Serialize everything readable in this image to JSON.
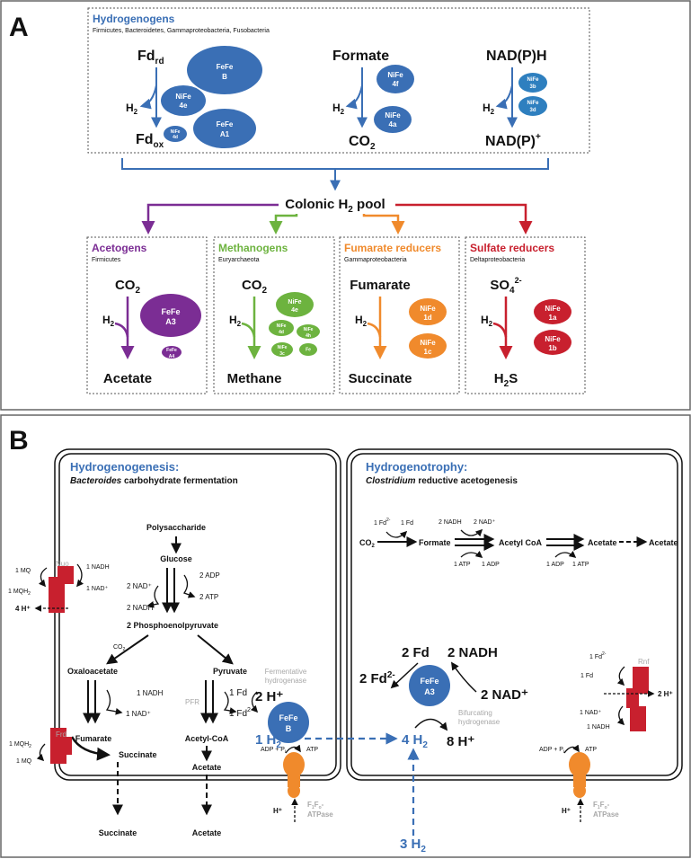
{
  "panelA": {
    "label": "A",
    "hydrogenogens": {
      "title": "Hydrogenogens",
      "subtitle": "Firmicutes, Bacteroidetes, Gammaproteobacteria, Fusobacteria",
      "fd_top": "Fd",
      "fd_top_sub": "rd",
      "fd_bottom": "Fd",
      "fd_bottom_sub": "ox",
      "h2": "H",
      "h2_sub": "2",
      "formate": "Formate",
      "co2": "CO",
      "co2_sub": "2",
      "nadph": "NAD(P)H",
      "nadp": "NAD(P)",
      "nadp_sup": "+",
      "enzymes_fd": [
        {
          "l1": "FeFe",
          "l2": "B"
        },
        {
          "l1": "NiFe",
          "l2": "4e"
        },
        {
          "l1": "FeFe",
          "l2": "A1"
        },
        {
          "l1": "NiFe",
          "l2": "4d"
        }
      ],
      "enzymes_formate": [
        {
          "l1": "NiFe",
          "l2": "4f"
        },
        {
          "l1": "NiFe",
          "l2": "4a"
        }
      ],
      "enzymes_nadph": [
        {
          "l1": "NiFe",
          "l2": "3b"
        },
        {
          "l1": "NiFe",
          "l2": "3d"
        }
      ]
    },
    "pool": {
      "text": "Colonic H",
      "sub": "2",
      "rest": " pool"
    },
    "groups": [
      {
        "title": "Acetogens",
        "subtitle": "Firmicutes",
        "top": "CO",
        "top_sub": "2",
        "bottom": "Acetate",
        "color": "#7b2d94",
        "enzymes": [
          {
            "l1": "FeFe",
            "l2": "A3"
          },
          {
            "l1": "FeFe",
            "l2": "A4"
          }
        ]
      },
      {
        "title": "Methanogens",
        "subtitle": "Euryarchaeota",
        "top": "CO",
        "top_sub": "2",
        "bottom": "Methane",
        "color": "#6db33f",
        "enzymes": [
          {
            "l1": "NiFe",
            "l2": "4e"
          },
          {
            "l1": "NiFe",
            "l2": "4d"
          },
          {
            "l1": "NiFe",
            "l2": "4h"
          },
          {
            "l1": "NiFe",
            "l2": "3c"
          },
          {
            "l1": "Fe",
            "l2": ""
          }
        ]
      },
      {
        "title": "Fumarate reducers",
        "subtitle": "Gammaproteobacteria",
        "top": "Fumarate",
        "top_sub": "",
        "bottom": "Succinate",
        "color": "#f08a2c",
        "enzymes": [
          {
            "l1": "NiFe",
            "l2": "1d"
          },
          {
            "l1": "NiFe",
            "l2": "1c"
          }
        ]
      },
      {
        "title": "Sulfate reducers",
        "subtitle": "Deltaproteobacteria",
        "top": "SO",
        "top_sub": "4",
        "top_sup": "2-",
        "bottom": "H",
        "bottom_sub": "2",
        "bottom_rest": "S",
        "color": "#c8202e",
        "enzymes": [
          {
            "l1": "NiFe",
            "l2": "1a"
          },
          {
            "l1": "NiFe",
            "l2": "1b"
          }
        ]
      }
    ]
  },
  "panelB": {
    "label": "B",
    "left": {
      "title": "Hydrogenogenesis:",
      "subtitle_italic": "Bacteroides",
      "subtitle_rest": " carbohydrate fermentation",
      "polysaccharide": "Polysaccharide",
      "glucose": "Glucose",
      "adp2": "2 ADP",
      "atp2": "2 ATP",
      "nadp2": "2 NAD⁺",
      "nadh2": "2 NADH",
      "pep": "2 Phosphoenolpyruvate",
      "co2": "CO",
      "co2_sub": "2",
      "oxaloacetate": "Oxaloacetate",
      "pyruvate": "Pyruvate",
      "nadh1": "1 NADH",
      "nadp1": "1 NAD⁺",
      "fumarate": "Fumarate",
      "succinate": "Succinate",
      "succinate_out": "Succinate",
      "pfr": "PFR",
      "fd1": "1 Fd",
      "fd1r": "1 Fd",
      "fd1r_sup": "2-",
      "acetylcoa": "Acetyl-CoA",
      "acetate": "Acetate",
      "acetate_out": "Acetate",
      "ferm_hyd1": "Fermentative",
      "ferm_hyd2": "hydrogenase",
      "twoH": "2 H⁺",
      "fefeB1": "FeFe",
      "fefeB2": "B",
      "oneH2": "1 H",
      "oneH2_sub": "2",
      "nuo": "Nuo",
      "mq1": "1 MQ",
      "mqh2": "1 MQH",
      "mqh2_sub": "2",
      "nuo_nadh": "1 NADH",
      "nuo_nad": "1 NAD⁺",
      "fourH": "4 H⁺",
      "frd": "Frd",
      "frd_mqh2": "1 MQH",
      "frd_mqh2_sub": "2",
      "frd_mq": "1 MQ",
      "atpase_in": "ADP + P",
      "atpase_in_sub": "i",
      "atpase_out": "ATP",
      "hplus": "H⁺",
      "atpase_label1": "F",
      "atpase_label1b": "F",
      "atpase_label2": "ATPase"
    },
    "right": {
      "title": "Hydrogenotrophy:",
      "subtitle_italic": "Clostridium",
      "subtitle_rest": " reductive acetogenesis",
      "co2": "CO",
      "co2_sub": "2",
      "fd_in": "1 Fd",
      "fd_in_sup": "2-",
      "fd_out": "1 Fd",
      "formate": "Formate",
      "nadh2": "2 NADH",
      "nad2": "2 NAD⁺",
      "atp1": "1 ATP",
      "adp1": "1 ADP",
      "acetylcoa": "Acetyl CoA",
      "adp1b": "1 ADP",
      "atp1b": "1 ATP",
      "acetate": "Acetate",
      "acetate_out": "Acetate",
      "twoFd": "2 Fd",
      "twoNADH": "2 NADH",
      "twoFd2": "2 Fd",
      "twoFd2_sup": "2-",
      "twoNAD": "2 NAD⁺",
      "fefeA3_1": "FeFe",
      "fefeA3_2": "A3",
      "bif1": "Bifurcating",
      "bif2": "hydrogenase",
      "fourH2": "4 H",
      "fourH2_sub": "2",
      "eightH": "8 H⁺",
      "threeH2": "3 H",
      "threeH2_sub": "2",
      "rnf": "Rnf",
      "rnf_fd2": "1 Fd",
      "rnf_fd2_sup": "2-",
      "rnf_fd": "1 Fd",
      "rnf_2H": "2 H⁺",
      "rnf_nad": "1 NAD⁺",
      "rnf_nadh": "1 NADH",
      "atpase_in": "ADP + P",
      "atpase_in_sub": "i",
      "atpase_out": "ATP",
      "hplus": "H⁺",
      "atpase_label1": "F",
      "atpase_label2": "ATPase"
    }
  },
  "colors": {
    "blue": "#3a6fb5",
    "purple": "#7b2d94",
    "green": "#6db33f",
    "orange": "#f08a2c",
    "red": "#c8202e",
    "gray": "#a8a8a8",
    "enzyme_red": "#c8202e",
    "atpase": "#f08a2c"
  }
}
